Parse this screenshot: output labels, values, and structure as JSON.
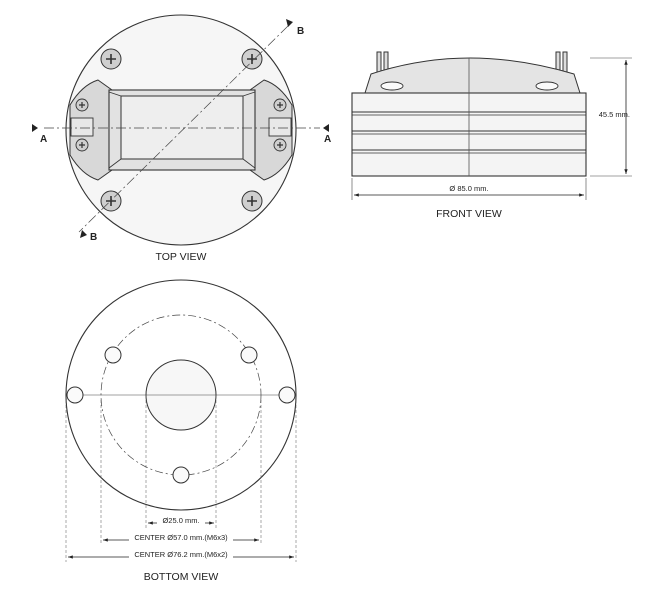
{
  "views": {
    "top": "TOP VIEW",
    "front": "FRONT VIEW",
    "bottom": "BOTTOM VIEW"
  },
  "section_marks": {
    "a": "A",
    "b": "B"
  },
  "dimensions": {
    "height": "45.5 mm.",
    "front_diameter": "Ø 85.0 mm.",
    "bore_diameter": "Ø25.0 mm.",
    "inner_bolt_circle": "CENTER Ø57.0 mm.(M6x3)",
    "outer_bolt_circle": "CENTER Ø76.2 mm.(M6x2)"
  }
}
